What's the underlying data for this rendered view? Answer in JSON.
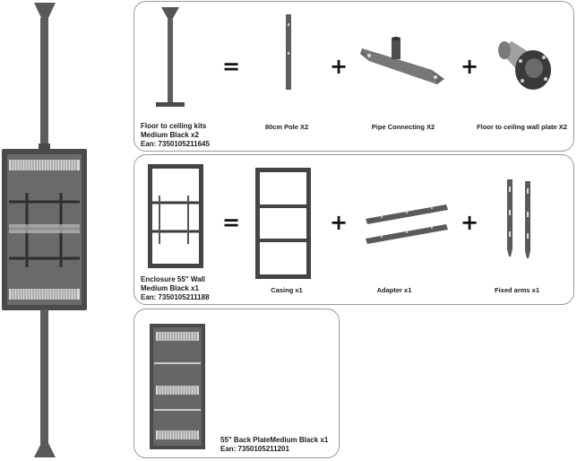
{
  "kit1": {
    "name_line1": "Floor to ceiling kits",
    "name_line2": "Medium Black x2",
    "ean": "Ean: 7350105211645",
    "parts": [
      "80cm Pole X2",
      "Pipe Connecting X2",
      "Floor to ceiling wall plate X2"
    ]
  },
  "kit2": {
    "name_line1": "Enclosure 55\" Wall",
    "name_line2": "Medium Black x1",
    "ean": "Ean: 7350105211188",
    "parts": [
      "Casing x1",
      "Adapter x1",
      "Fixed arms x1"
    ]
  },
  "kit3": {
    "name_line1": "55\" Back PlateMedium Black x1",
    "ean": "Ean: 7350105211201"
  },
  "symbols": {
    "equals": "=",
    "plus": "+"
  },
  "colors": {
    "metal": "#5a5a5a",
    "metal_dark": "#3c3c3c",
    "border": "#9a9a9a"
  }
}
